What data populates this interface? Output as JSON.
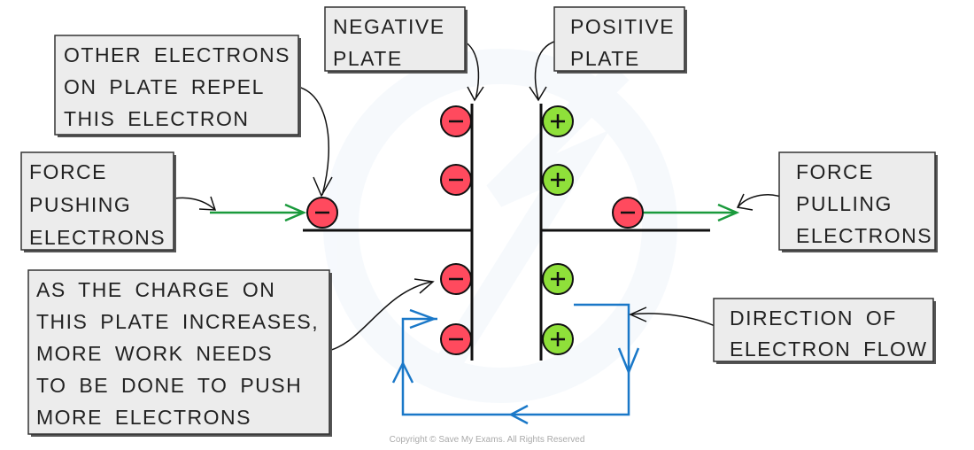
{
  "labels": {
    "other_electrons": [
      "OTHER ELECTRONS",
      "ON PLATE REPEL",
      "THIS ELECTRON"
    ],
    "force_pushing": [
      "FORCE",
      "PUSHING",
      "ELECTRONS"
    ],
    "negative_plate": [
      "NEGATIVE",
      "PLATE"
    ],
    "positive_plate": [
      "POSITIVE",
      "PLATE"
    ],
    "force_pulling": [
      "FORCE",
      "PULLING",
      "ELECTRONS"
    ],
    "charge_increases": [
      "AS THE CHARGE ON",
      "THIS PLATE INCREASES,",
      "MORE WORK NEEDS",
      "TO BE DONE TO PUSH",
      "MORE ELECTRONS"
    ],
    "direction": [
      "DIRECTION OF",
      "ELECTRON FLOW"
    ]
  },
  "symbols": {
    "negative": "−",
    "positive": "+"
  },
  "colors": {
    "electron": "#ff4a5e",
    "positive_charge": "#8fe03a",
    "force_arrow": "#1a9a3c",
    "circuit": "#1a78c8",
    "label_box": "#ececec"
  },
  "copyright": "Copyright © Save My Exams. All Rights Reserved"
}
